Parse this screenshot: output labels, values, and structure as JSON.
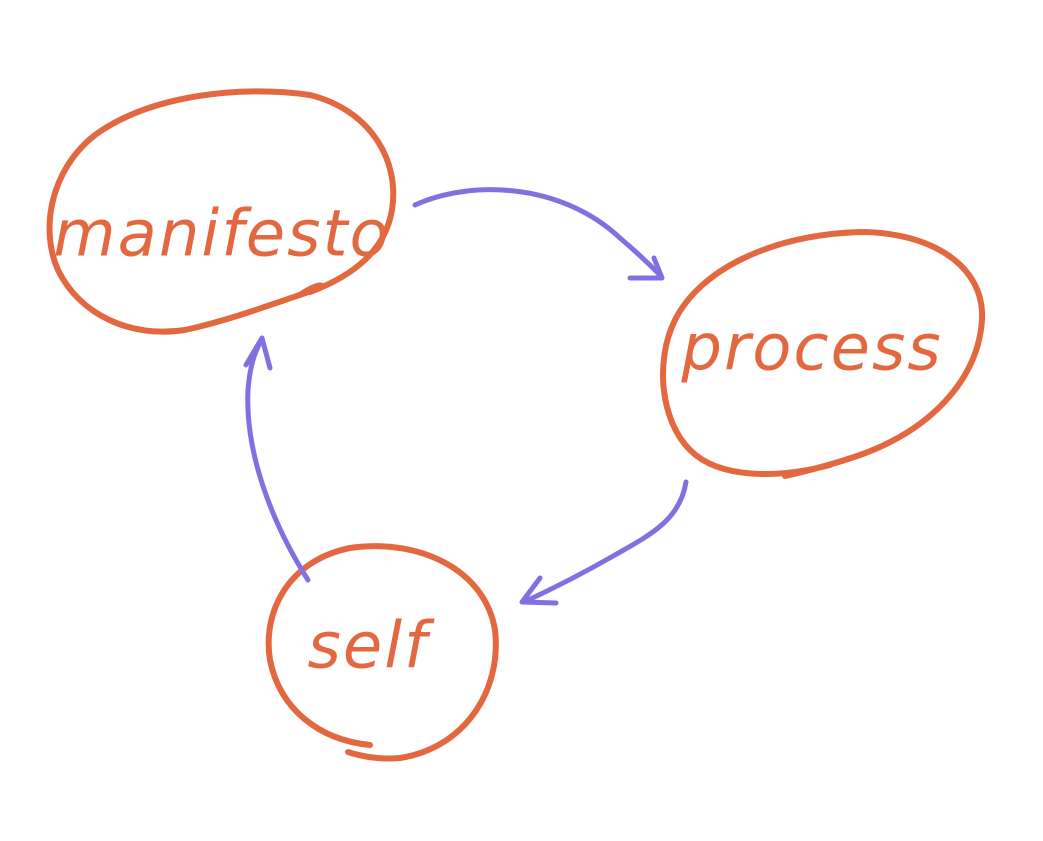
{
  "diagram": {
    "nodes": [
      {
        "id": "manifesto",
        "label": "manifesto"
      },
      {
        "id": "process",
        "label": "process"
      },
      {
        "id": "self",
        "label": "self"
      }
    ],
    "edges": [
      {
        "from": "manifesto",
        "to": "process"
      },
      {
        "from": "process",
        "to": "self"
      },
      {
        "from": "self",
        "to": "manifesto"
      }
    ]
  },
  "colors": {
    "node": "#e3683f",
    "arrow": "#8070e0",
    "background": "#ffffff"
  }
}
